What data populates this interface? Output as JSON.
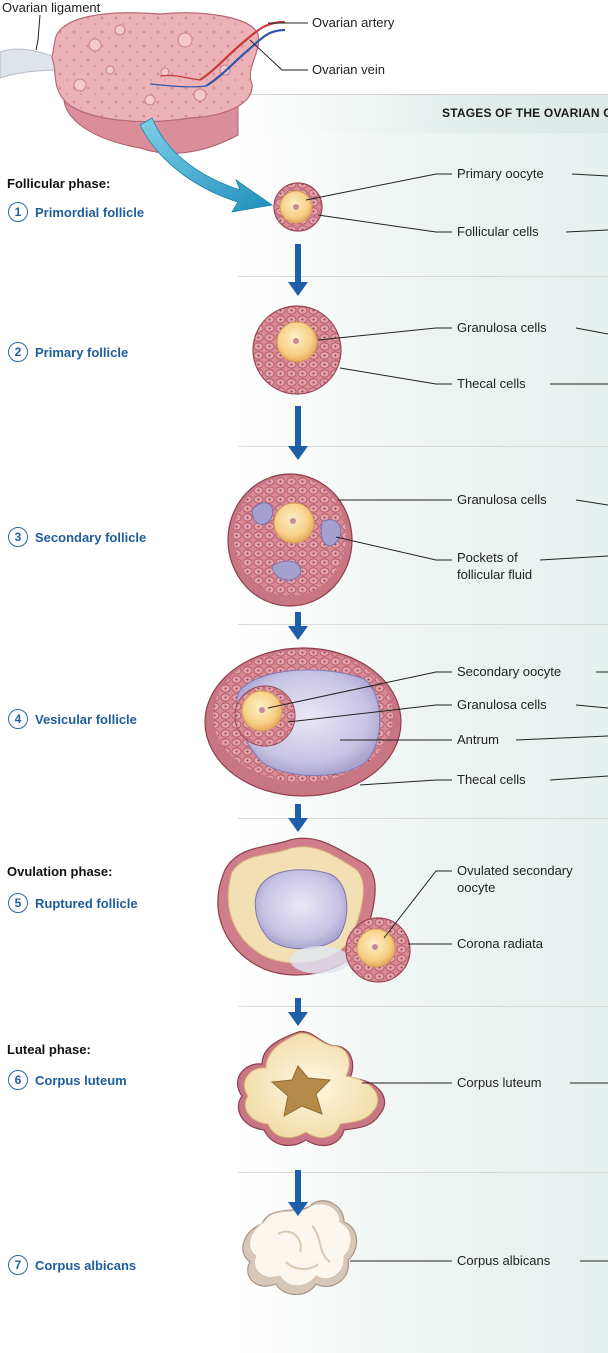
{
  "header": {
    "title": "STAGES OF THE OVARIAN CYCLE"
  },
  "ovary": {
    "labels": {
      "ligament": "Ovarian ligament",
      "artery": "Ovarian artery",
      "vein": "Ovarian vein"
    }
  },
  "phases": {
    "follicular": "Follicular phase:",
    "ovulation": "Ovulation phase:",
    "luteal": "Luteal phase:"
  },
  "stages": [
    {
      "num": "1",
      "name": "Primordial follicle"
    },
    {
      "num": "2",
      "name": "Primary follicle"
    },
    {
      "num": "3",
      "name": "Secondary follicle"
    },
    {
      "num": "4",
      "name": "Vesicular follicle"
    },
    {
      "num": "5",
      "name": "Ruptured follicle"
    },
    {
      "num": "6",
      "name": "Corpus luteum"
    },
    {
      "num": "7",
      "name": "Corpus albicans"
    }
  ],
  "structure_labels": {
    "primary_oocyte": "Primary oocyte",
    "follicular_cells": "Follicular cells",
    "granulosa_cells_1": "Granulosa cells",
    "thecal_cells_1": "Thecal cells",
    "granulosa_cells_2": "Granulosa cells",
    "pockets_line1": "Pockets of",
    "pockets_line2": "follicular fluid",
    "secondary_oocyte": "Secondary oocyte",
    "granulosa_cells_3": "Granulosa cells",
    "antrum": "Antrum",
    "thecal_cells_2": "Thecal cells",
    "ovulated_line1": "Ovulated secondary",
    "ovulated_line2": "oocyte",
    "corona_radiata": "Corona radiata",
    "corpus_luteum": "Corpus luteum",
    "corpus_albicans": "Corpus albicans"
  },
  "colors": {
    "stage_blue": "#1e5d9c",
    "arrow_blue": "#1f5fa8",
    "ovary_pink": "#e8a4ad",
    "cell_pink": "#c9727f",
    "oocyte_yellow": "#f6d28a",
    "luteum_cream": "#f6e7c0",
    "teal_arrow": "#2c9fc6"
  }
}
